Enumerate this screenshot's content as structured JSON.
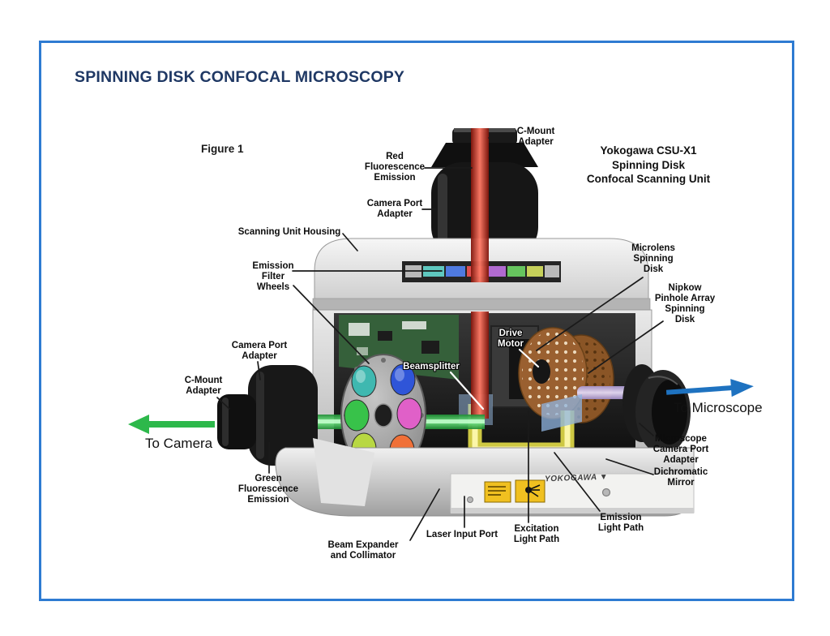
{
  "page": {
    "title": "SPINNING DISK CONFOCAL MICROSCOPY",
    "figure_label": "Figure 1",
    "device_title": "Yokogawa CSU-X1\nSpinning Disk\nConfocal Scanning Unit"
  },
  "callouts": {
    "c_mount_adapter_top": "C-Mount\nAdapter",
    "red_fluorescence_emission": "Red\nFluorescence\nEmission",
    "camera_port_adapter_top": "Camera Port\nAdapter",
    "scanning_unit_housing": "Scanning Unit Housing",
    "emission_filter_wheels": "Emission\nFilter\nWheels",
    "camera_port_adapter_left": "Camera Port\nAdapter",
    "c_mount_adapter_left": "C-Mount\nAdapter",
    "beamsplitter": "Beamsplitter",
    "drive_motor": "Drive\nMotor",
    "microlens_spinning_disk": "Microlens\nSpinning\nDisk",
    "nipkow_pinhole_array_spinning_disk": "Nipkow\nPinhole Array\nSpinning\nDisk",
    "microscope_camera_port_adapter": "Microscope\nCamera Port\nAdapter",
    "dichromatic_mirror": "Dichromatic\nMirror",
    "green_fluorescence_emission": "Green\nFluorescence\nEmission",
    "beam_expander_and_collimator": "Beam Expander\nand Collimator",
    "laser_input_port": "Laser Input Port",
    "excitation_light_path": "Excitation\nLight Path",
    "emission_light_path": "Emission\nLight Path"
  },
  "flow": {
    "to_camera": "To Camera",
    "to_microscope": "To Microscope"
  },
  "device": {
    "brand": "YOKOGAWA ▼"
  },
  "colors": {
    "border_blue": "#2e7bd2",
    "title_navy": "#1f3864",
    "beam_green": "#2db84b",
    "arrow_blue": "#1e72c0",
    "beam_red": "#e04434",
    "beam_yellow": "#eee85e",
    "beam_violet": "#6a50d8",
    "beam_lavender": "#c9b6e6",
    "disk_copper": "#96602c"
  }
}
